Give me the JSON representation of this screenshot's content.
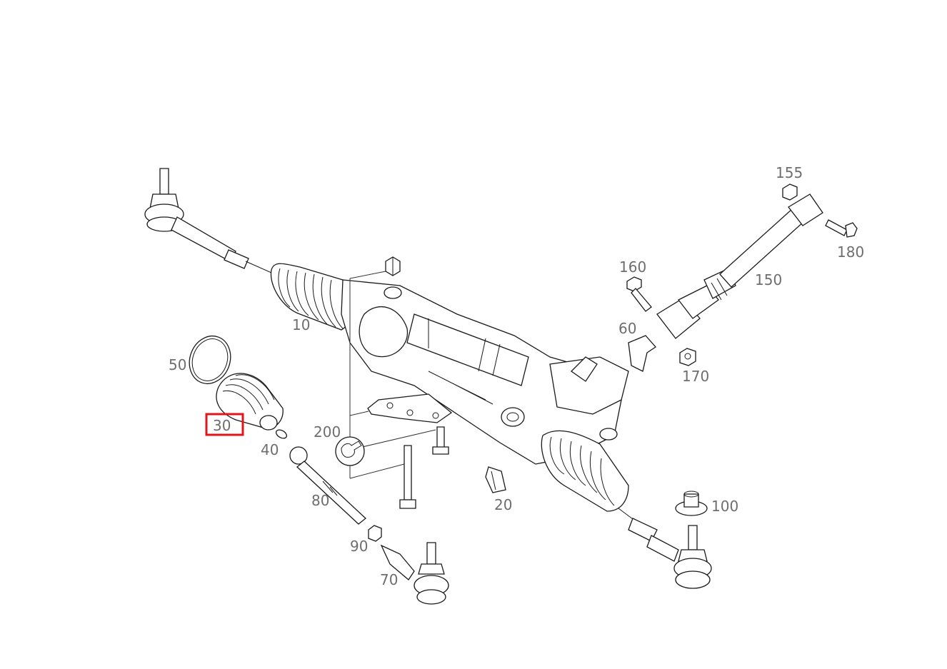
{
  "labels": {
    "p10": "10",
    "p20": "20",
    "p30": "30",
    "p40": "40",
    "p50": "50",
    "p60": "60",
    "p70": "70",
    "p80": "80",
    "p90": "90",
    "p100": "100",
    "p150": "150",
    "p155": "155",
    "p160": "160",
    "p170": "170",
    "p180": "180",
    "p200": "200"
  },
  "highlighted_label": "30",
  "colors": {
    "highlight": "#e0151b",
    "line": "#1a1a1a",
    "label": "#6e6e6e"
  },
  "icons": {
    "tool": "wrench-icon"
  }
}
